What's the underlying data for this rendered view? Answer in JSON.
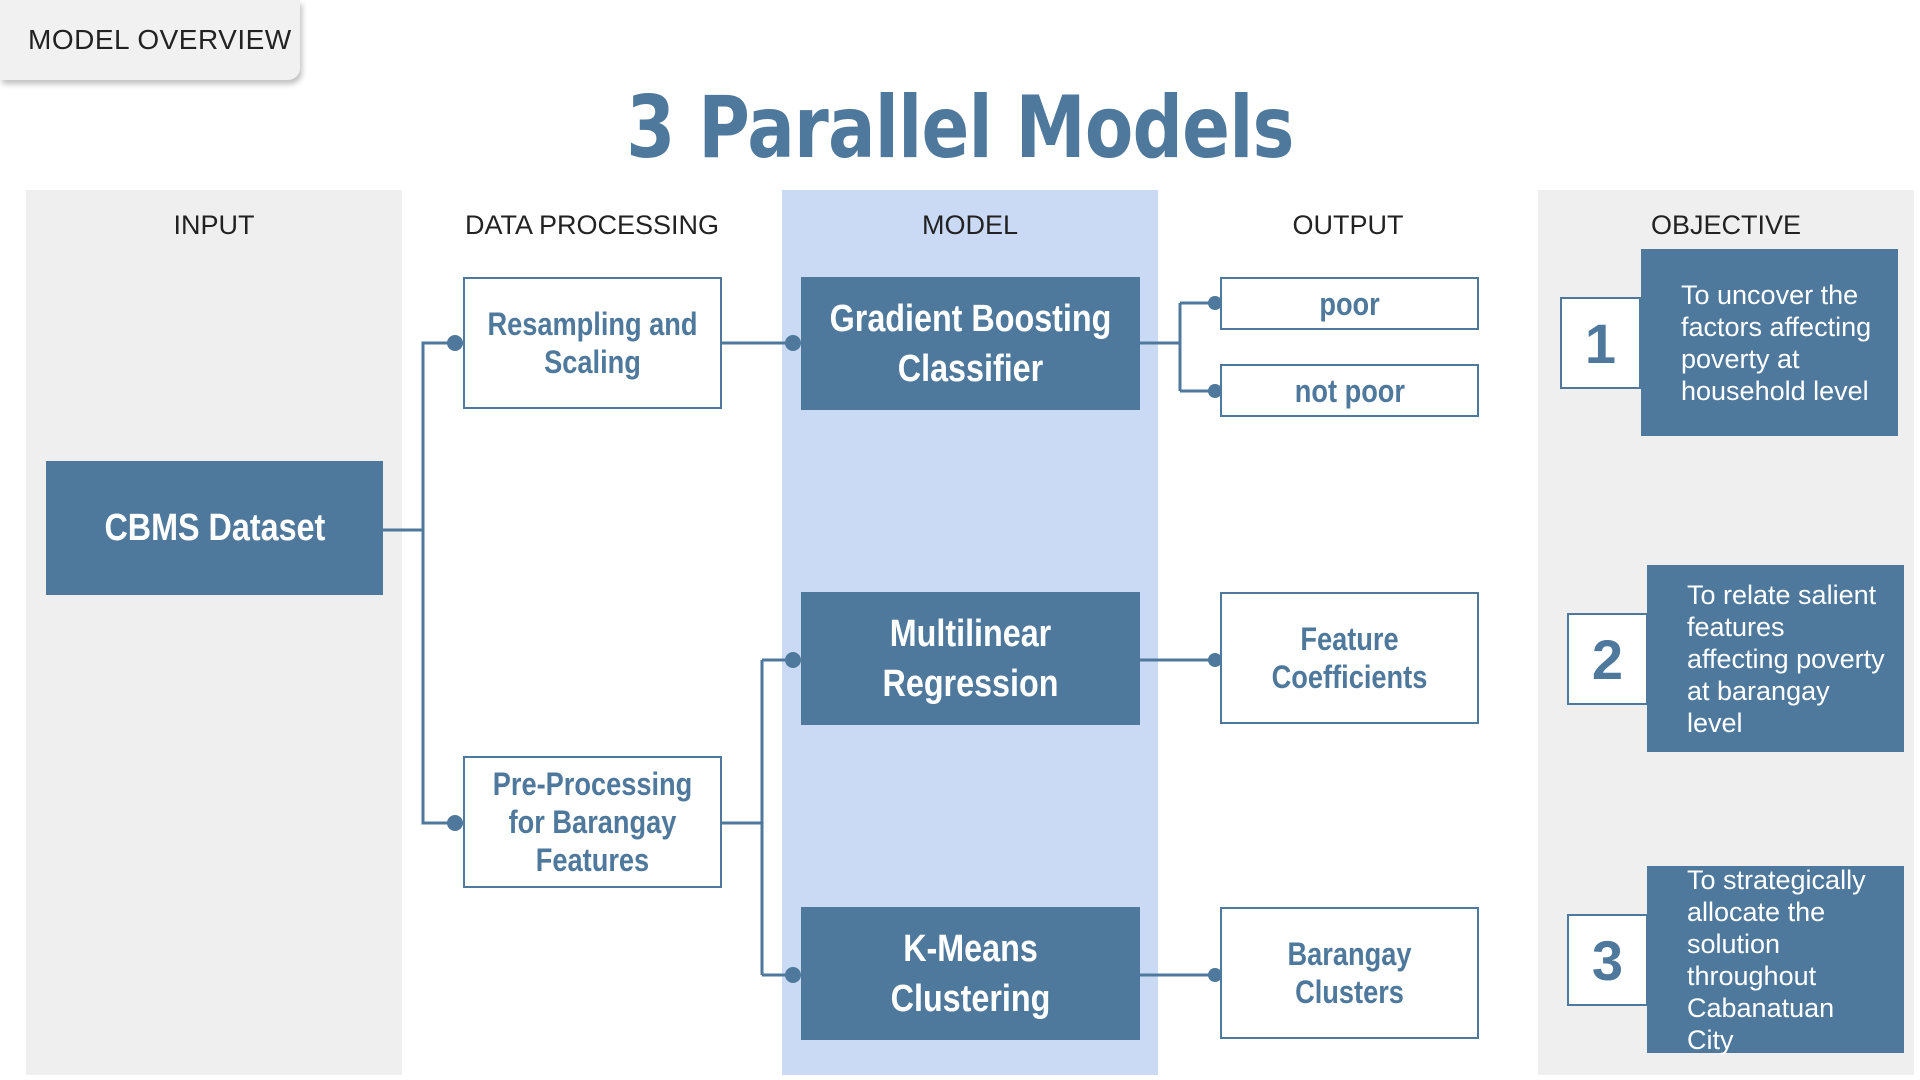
{
  "tab_label": "MODEL OVERVIEW",
  "title": "3 Parallel Models",
  "columns": {
    "input": "INPUT",
    "processing": "DATA PROCESSING",
    "model": "MODEL",
    "output": "OUTPUT",
    "objective": "OBJECTIVE"
  },
  "input_box": "CBMS Dataset",
  "processing": {
    "resampling": "Resampling and Scaling",
    "preprocessing": "Pre-Processing for Barangay Features"
  },
  "models": {
    "gradient_boosting": "Gradient Boosting Classifier",
    "multilinear": "Multilinear Regression",
    "kmeans": "K-Means Clustering"
  },
  "outputs": {
    "poor": "poor",
    "not_poor": "not poor",
    "coefficients": "Feature Coefficients",
    "clusters": "Barangay Clusters"
  },
  "objectives": [
    {
      "number": "1",
      "text": "To uncover the factors affecting poverty at household level"
    },
    {
      "number": "2",
      "text": "To relate salient features affecting poverty at barangay level"
    },
    {
      "number": "3",
      "text": "To strategically allocate the solution throughout Cabanatuan City"
    }
  ],
  "colors": {
    "accent": "#4e789c",
    "model_column": "#cadaf5",
    "side_column": "#efefef"
  }
}
